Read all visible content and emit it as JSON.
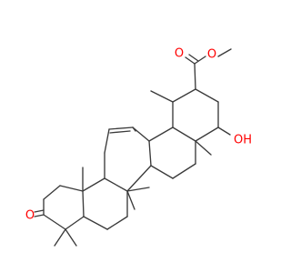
{
  "molecule": {
    "atom_labels": [
      {
        "id": "ketone-oxygen",
        "text": "O",
        "color": "#ff0000"
      },
      {
        "id": "ester-carbonyl-oxygen",
        "text": "O",
        "color": "#ff0000"
      },
      {
        "id": "ester-ether-oxygen",
        "text": "O",
        "color": "#ff0000"
      },
      {
        "id": "hydroxyl",
        "text": "OH",
        "color": "#ff0000"
      }
    ],
    "bond_color": "#3a3a3a",
    "background": "#ffffff"
  }
}
